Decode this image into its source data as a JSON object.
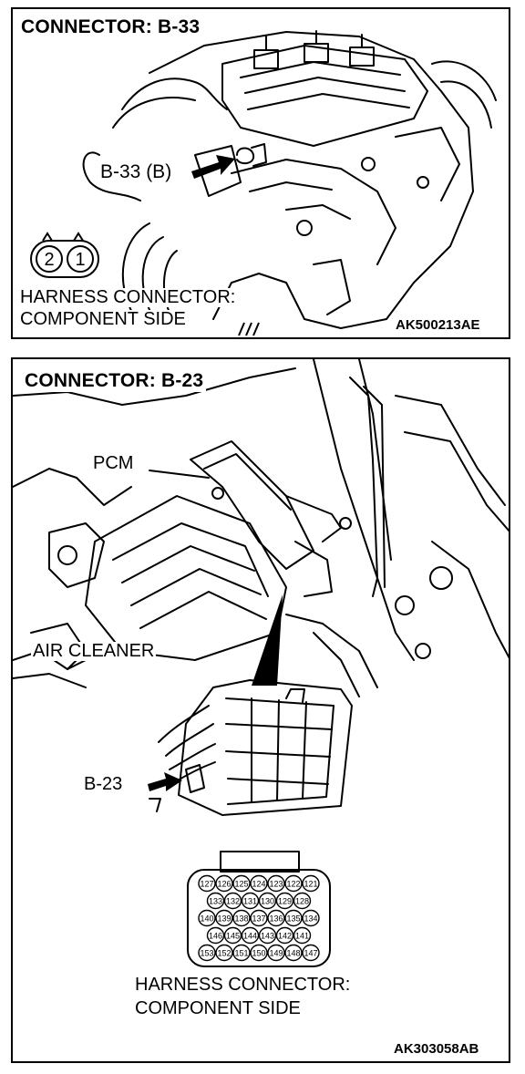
{
  "panel1": {
    "title": "CONNECTOR: B-33",
    "callout": "B-33 (B)",
    "pins": [
      "2",
      "1"
    ],
    "harness_line1": "HARNESS CONNECTOR:",
    "harness_line2": "COMPONENT SIDE",
    "code": "AK500213AE"
  },
  "panel2": {
    "title": "CONNECTOR: B-23",
    "pcm_label": "PCM",
    "air_cleaner_label": "AIR CLEANER",
    "callout": "B-23",
    "pin_rows": [
      [
        "127",
        "126",
        "125",
        "124",
        "123",
        "122",
        "121"
      ],
      [
        "133",
        "132",
        "131",
        "130",
        "129",
        "128"
      ],
      [
        "140",
        "139",
        "138",
        "137",
        "136",
        "135",
        "134"
      ],
      [
        "146",
        "145",
        "144",
        "143",
        "142",
        "141"
      ],
      [
        "153",
        "152",
        "151",
        "150",
        "149",
        "148",
        "147"
      ]
    ],
    "harness_line1": "HARNESS CONNECTOR:",
    "harness_line2": "COMPONENT SIDE",
    "code": "AK303058AB"
  }
}
